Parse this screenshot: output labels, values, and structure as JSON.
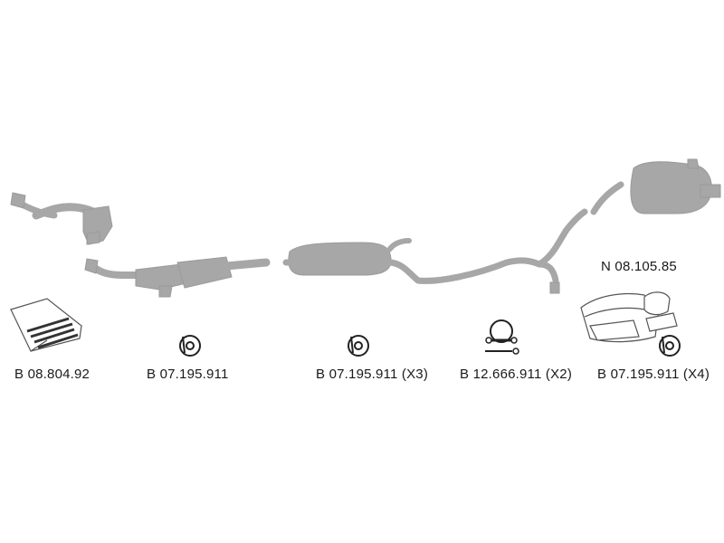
{
  "parts": {
    "kit": {
      "code": "B 08.804.92"
    },
    "hanger_1": {
      "code": "B 07.195.911"
    },
    "hanger_2": {
      "code": "B 07.195.911 (X3)"
    },
    "clamp": {
      "code": "B 12.666.911 (X2)"
    },
    "rear_silencer": {
      "code": "N 08.105.85"
    },
    "hanger_3": {
      "code": "B 07.195.911 (X4)"
    }
  }
}
